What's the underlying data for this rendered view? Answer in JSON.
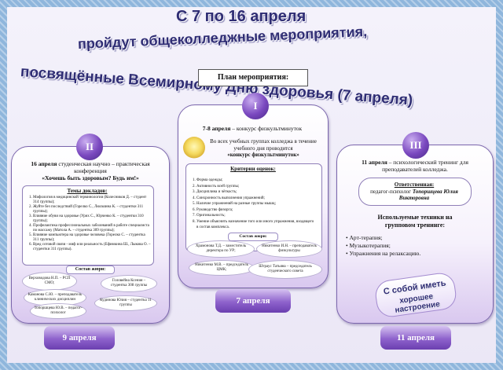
{
  "title": {
    "line1": "С 7 по 16 апреля",
    "line2": "пройдут общеколледжные мероприятия,",
    "line3": "посвящённые Всемирному Дню здоровья (7 апреля)"
  },
  "plan_label": "План мероприятия:",
  "event_1": {
    "roman": "I",
    "header_date": "7-8 апреля",
    "header_rest": " – конкурс физкультминуток",
    "intro": "Во всех учебных группах колледжа в течение учебного дня проводится",
    "contest_name": "«конкурс физкультминуток»",
    "criteria_title": "Критерии оценок:",
    "criteria": [
      "Форма одежды;",
      "Активность всей группы;",
      "Дисциплина и чёткость;",
      "Синхронность выполнения упражнений;",
      "Наличие упражнений на разные группы мышц;",
      "Руководство физорга;",
      "Оригинальность;",
      "Умение объяснить назначение того или иного упражнения, входящего в состав комплекса."
    ],
    "jury_title": "Состав жюри:",
    "jury": [
      "Храмонова Т.Д. – заместитель директора по УР;",
      "Никитенко И.Н. – преподаватель физкультуры",
      "Никитенко М.В. – председатель ЦМК;",
      "Штраус Татьяна – председатель студенческого совета"
    ],
    "date_label": "7 апреля"
  },
  "event_2": {
    "roman": "II",
    "header_date": "16 апреля",
    "header_rest": " студенческая научно – практическая конференция",
    "conference_name": "«Хочешь быть здоровым? Будь им!»",
    "topics_title": "Темы докладов:",
    "topics": [
      "Мифология в медицинской терминологии (Колесников Д. – студент 314 группы);",
      "Жуйте без последствий (Горелко С., Люльчина К. – студентки 311 группы);",
      "Влияние обуви на здоровье (Урих С., Юрченко К. – студентки 310 группы);",
      "Профилактика профессиональных заболеваний в работе специалиста по массажу (Матола А. – студентка 309 группы);",
      "Влияние компьютера на здоровье человека (Горелко С. – студентка 311 группы);",
      "Вред сотовой связи - миф или реальность (Ефимкина Ш., Лыкова О. – студентки 311 группы)."
    ],
    "jury_title": "Состав жюри:",
    "jury": [
      "Верховодова Н.П. – РСП СМО;",
      "Головейна Ксения – студентка 308 группы",
      "Каманова С.Ю. – преподаватель клинических дисциплин",
      "Кудинова Юлия – студентка 11 группы",
      "Топоршцева Ю.В. – педагог-психолог"
    ],
    "date_label": "9 апреля"
  },
  "event_3": {
    "roman": "III",
    "header_date": "11 апреля",
    "header_rest": " – психологический тренинг для преподавателей колледжа.",
    "responsible_title": "Ответственная:",
    "responsible_role": "педагог-психолог ",
    "responsible_name": "Топоршцева Юлия Викторовна",
    "techniques_title": "Используемые техники на групповом тренинге:",
    "techniques": [
      "Арт-терапия;",
      "Музыкотерапия;",
      "Упражнения на релаксацию."
    ],
    "banner_line1": "С собой иметь",
    "banner_line2": "хорошее настроение",
    "date_label": "11 апреля"
  }
}
